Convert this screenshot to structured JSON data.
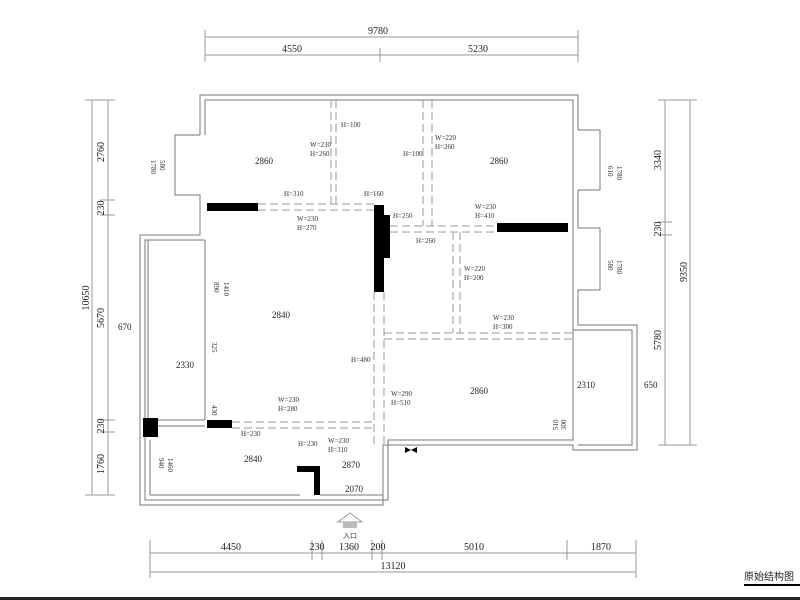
{
  "title": "原始结构图",
  "entrance_label": "入口",
  "dimensions": {
    "top_total": "9780",
    "top": [
      "4550",
      "5230"
    ],
    "left_total": "10650",
    "left": [
      "2760",
      "230",
      "5670",
      "230",
      "1760"
    ],
    "right_total": "9350",
    "right": [
      "3340",
      "230",
      "5780"
    ],
    "bottom_total": "13120",
    "bottom": [
      "4450",
      "230",
      "1360",
      "200",
      "5010",
      "1870"
    ]
  },
  "ceiling_heights": [
    "2860",
    "2860",
    "2840",
    "2860",
    "2840",
    "2870"
  ],
  "beams": [
    "H=100",
    "W=230",
    "H=260",
    "H=100",
    "W=220",
    "H=260",
    "H=310",
    "H=160",
    "W=230",
    "H=270",
    "H=250",
    "H=260",
    "W=230",
    "H=410",
    "W=220",
    "H=200",
    "W=230",
    "H=300",
    "H=480",
    "W=290",
    "H=510",
    "W=230",
    "H=280",
    "H=230",
    "H=230",
    "W=230",
    "H=310"
  ],
  "windows": [
    "580",
    "1780",
    "610",
    "1780",
    "580",
    "1780",
    "890",
    "1410",
    "940",
    "1460",
    "325",
    "430",
    "510",
    "300"
  ],
  "misc": [
    "670",
    "2330",
    "2310",
    "650",
    "2070"
  ]
}
